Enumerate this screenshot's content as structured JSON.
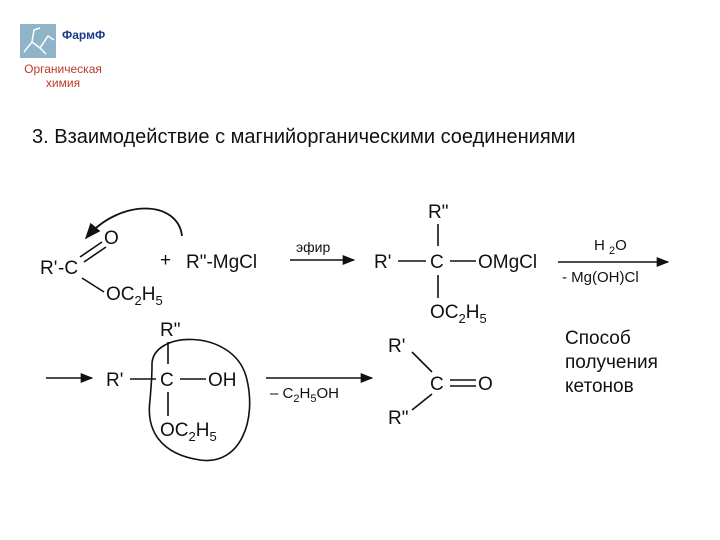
{
  "logo": {
    "name": "ФармФ",
    "subject_line1": "Органическая",
    "subject_line2": "химия"
  },
  "title": "3. Взаимодействие с магнийорганическими соединениями",
  "scheme": {
    "r1": "R'",
    "dash_c": "-C",
    "o": "O",
    "oc2h5": "OC2H5",
    "plus": "+",
    "reagent": "R\"-MgCl",
    "condition1": "эфир",
    "inter_r2": "R\"",
    "inter_r1": "R'",
    "inter_c": "C",
    "inter_omgcl": "OMgCl",
    "inter_oc2h5": "OC2H5",
    "condition2_top": "H 2O",
    "condition2_bottom": "- Mg(OH)Cl",
    "hemi_r2": "R\"",
    "hemi_r1": "R'",
    "hemi_c": "C",
    "hemi_oh": "OH",
    "hemi_oc2h5": "OC2H5",
    "condition3": "– C2H5OH",
    "ketone_r1": "R'",
    "ketone_c": "C",
    "ketone_o": "O",
    "ketone_r2": "R\"",
    "note_line1": "Способ",
    "note_line2": "получения",
    "note_line3": "кетонов"
  }
}
